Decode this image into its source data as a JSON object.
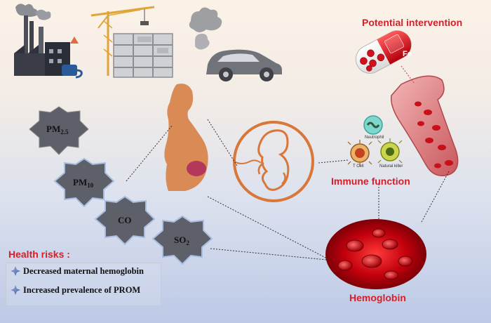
{
  "titles": {
    "intervention": "Potential intervention",
    "immune": "Immune function",
    "hemoglobin": "Hemoglobin"
  },
  "pill_label": "Fe",
  "pollutants": {
    "pm25": {
      "base": "PM",
      "sub": "2.5"
    },
    "pm10": {
      "base": "PM",
      "sub": "10"
    },
    "co": {
      "base": "CO",
      "sub": ""
    },
    "so2": {
      "base": "SO",
      "sub": "2"
    }
  },
  "cells": {
    "neutrophil": "Neutrophil",
    "tcell": "T Cell",
    "nk": "Natural killer"
  },
  "health": {
    "title": "Health risks :",
    "items": [
      {
        "text": "Decreased maternal hemoglobin"
      },
      {
        "text": "Increased prevalence of PROM"
      }
    ]
  },
  "colors": {
    "title_red": "#d4202a",
    "fetus_orange": "#d9763a",
    "body_orange": "#d98a55",
    "blood_red": "#b3000c",
    "star_blue": "#3a5aa8"
  }
}
